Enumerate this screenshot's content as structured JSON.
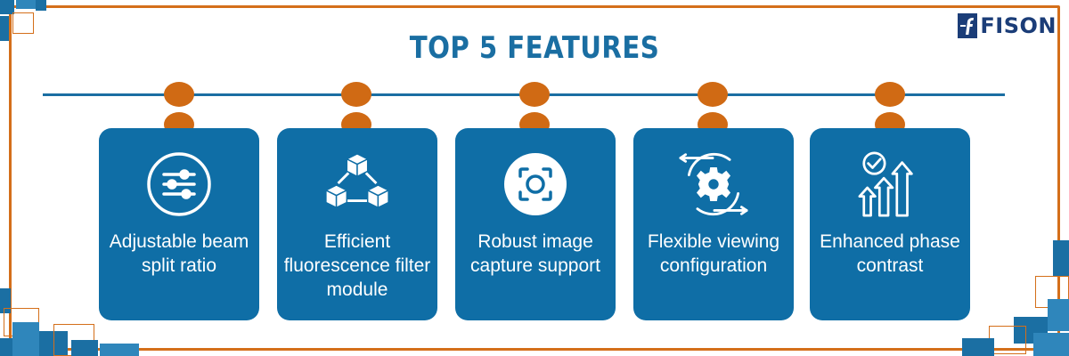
{
  "brand": {
    "name": "FISON"
  },
  "title": "TOP 5 FEATURES",
  "colors": {
    "primary": "#0f6ea6",
    "accent": "#d06a14",
    "brand": "#1b3d78",
    "background": "#ffffff"
  },
  "features": [
    {
      "label": "Adjustable beam split ratio",
      "icon": "sliders-icon"
    },
    {
      "label": "Efficient fluorescence filter module",
      "icon": "cubes-network-icon"
    },
    {
      "label": "Robust image capture support",
      "icon": "camera-focus-icon"
    },
    {
      "label": "Flexible viewing configuration",
      "icon": "gear-cycle-icon"
    },
    {
      "label": "Enhanced phase contrast",
      "icon": "check-arrows-up-icon"
    }
  ]
}
